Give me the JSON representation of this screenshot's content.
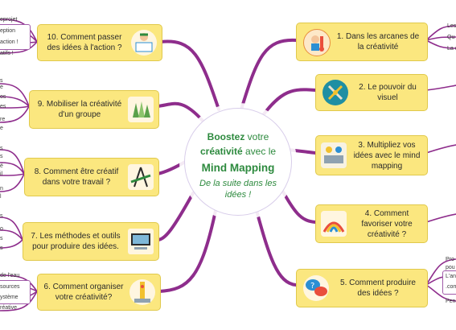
{
  "center": {
    "line1_bold": "Boostez",
    "line1_rest": " votre",
    "line2_bold": "créativité",
    "line2_rest": " avec le",
    "line3": "Mind Mapping",
    "line4": "De la suite dans les idées !"
  },
  "branches": {
    "b1": "1. Dans les arcanes de la créativité",
    "b2": "2. Le pouvoir du visuel",
    "b3": "3. Multipliez vos idées avec le mind mapping",
    "b4": "4. Comment favoriser votre créativité ?",
    "b5": "5. Comment produire des idées ?",
    "b6": "6. Comment organiser votre créativité?",
    "b7": "7. Les méthodes et outils pour produire des idées.",
    "b8": "8. Comment être créatif dans votre travail ?",
    "b9": "9. Mobiliser la créativité d'un groupe",
    "b10": "10. Comment passer des idées à l'action ?"
  },
  "subtexts": {
    "r1a": "Les",
    "r1b": "Qu",
    "r1c": "La c",
    "r5a": "Pro",
    "r5b": "pou",
    "r5c": "L'an",
    "r5d": ".com",
    "r5e": "Pen",
    "l10a": "eprojet",
    "l10b": "eption",
    "l10c": "action !",
    "l10d": "atifs !",
    "l9a": "s",
    "l9b": "e",
    "l9c": "os",
    "l9d": "es",
    "l9e": "re",
    "l9f": "e",
    "l8a": "s",
    "l8b": "s",
    "l8c": "é",
    "l8d": "il",
    "l8e": "n",
    "l8f": "l",
    "l7a": "s",
    "l7b": "o",
    "l7c": "s",
    "l7d": "s",
    "l6a": "de l'eau",
    "l6b": "sources",
    "l6c": "ystème",
    "l6d": "réative"
  },
  "colors": {
    "branch": "#8e2d8c",
    "node_fill": "#fbe77f",
    "node_border": "#e0c94c",
    "icon_bg": "#1f8fa3",
    "center_text": "#2d8a3e"
  },
  "icons": {
    "b1": "scientist-icon",
    "b2": "tools-icon",
    "b3": "printer-ideas-icon",
    "b4": "rainbow-hammer-icon",
    "b5": "question-bubbles-icon",
    "b6": "organizer-icon",
    "b7": "computer-icon",
    "b8": "compass-icon",
    "b9": "group-hands-icon",
    "b10": "reader-icon"
  }
}
